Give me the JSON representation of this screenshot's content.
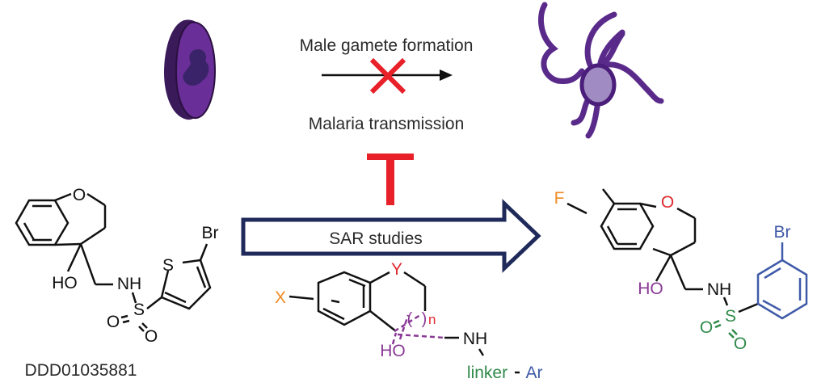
{
  "top": {
    "arrow_label_top": "Male gamete formation",
    "arrow_label_bottom": "Malaria transmission"
  },
  "sar_arrow": {
    "label": "SAR studies"
  },
  "hit_compound": {
    "name": "DDD01035881",
    "atoms": {
      "O": "O",
      "HO": "HO",
      "NH": "NH",
      "S_ring": "S",
      "Br": "Br",
      "S_sulfonyl": "S",
      "O1": "O",
      "O2": "O"
    }
  },
  "scaffold": {
    "X": "X",
    "Y": "Y",
    "n": "n",
    "HO": "HO",
    "NH": "NH",
    "linker": "linker",
    "Ar": "Ar"
  },
  "optimized_compound": {
    "atoms": {
      "F": "F",
      "O": "O",
      "HO": "HO",
      "NH": "NH",
      "S": "S",
      "O1": "O",
      "O2": "O",
      "Br": "Br"
    }
  },
  "colors": {
    "inhibit_red": "#e8202a",
    "arrow_navy": "#1f2a5a",
    "orange": "#f08a24",
    "red_atom": "#e0282e",
    "purple": "#8a3a96",
    "green": "#2f8a4a",
    "blue": "#3f5aa8",
    "cell_dark": "#3b1a5a",
    "cell_mid": "#6a2e98"
  }
}
